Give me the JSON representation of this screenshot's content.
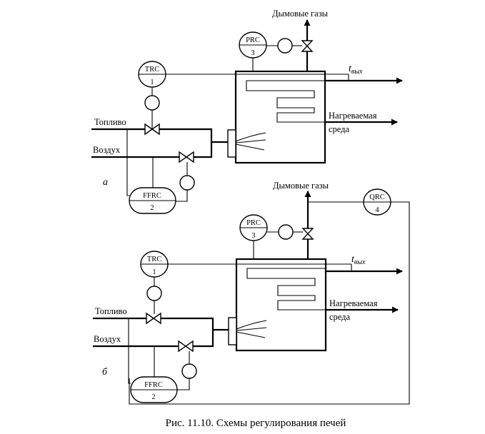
{
  "scheme_a": {
    "flue_gas": "Дымовые газы",
    "t_out_main": "t",
    "t_out_sub": "вых",
    "heated_medium_line1": "Нагреваемая",
    "heated_medium_line2": "среда",
    "fuel": "Топливо",
    "air": "Воздух",
    "letter": "а",
    "trc": {
      "tag": "TRC",
      "num": "1"
    },
    "prc": {
      "tag": "PRC",
      "num": "3"
    },
    "ffrc": {
      "tag": "FFRC",
      "num": "2"
    }
  },
  "scheme_b": {
    "flue_gas": "Дымовые газы",
    "t_out_main": "t",
    "t_out_sub": "вых",
    "heated_medium_line1": "Нагреваемая",
    "heated_medium_line2": "среда",
    "fuel": "Топливо",
    "air": "Воздух",
    "letter": "б",
    "trc": {
      "tag": "TRC",
      "num": "1"
    },
    "prc": {
      "tag": "PRC",
      "num": "3"
    },
    "ffrc": {
      "tag": "FFRC",
      "num": "2"
    },
    "qrc": {
      "tag": "QRC",
      "num": "4"
    }
  },
  "caption": "Рис. 11.10. Схемы регулирования печей"
}
